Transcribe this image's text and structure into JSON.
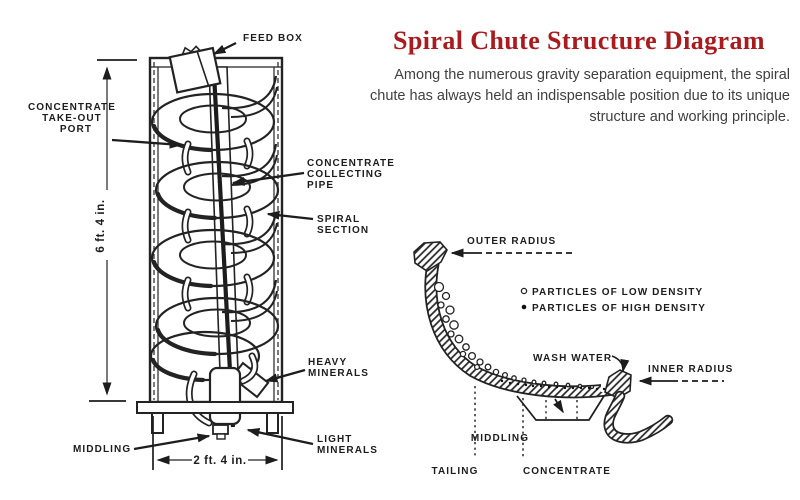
{
  "header": {
    "title": "Spiral Chute Structure Diagram",
    "description": "Among the numerous gravity separation equipment, the spiral chute has always held an indispensable position due to its unique structure and working principle.",
    "accent_color": "#a91b1f",
    "body_text_color": "#3f3f3f"
  },
  "structure_diagram": {
    "ink_color": "#232323",
    "labels": {
      "feed_box": "FEED BOX",
      "takeout_port": [
        "CONCENTRATE",
        "TAKE-OUT",
        "PORT"
      ],
      "collecting_pipe": [
        "CONCENTRATE",
        "COLLECTING",
        "PIPE"
      ],
      "spiral_section": [
        "SPIRAL",
        "SECTION"
      ],
      "heavy_minerals": [
        "HEAVY",
        "MINERALS"
      ],
      "light_minerals": [
        "LIGHT",
        "MINERALS"
      ],
      "middling": "MIDDLING",
      "height": "6 ft. 4 in.",
      "width": "2 ft. 4 in."
    }
  },
  "cross_section_diagram": {
    "labels": {
      "outer_radius": "OUTER RADIUS",
      "inner_radius": "INNER RADIUS",
      "wash_water": "WASH WATER",
      "middling": "MIDDLING",
      "tailing": "TAILING",
      "concentrate": "CONCENTRATE"
    },
    "legend": [
      {
        "marker": "low-density-particle",
        "label": "PARTICLES OF LOW DENSITY"
      },
      {
        "marker": "high-density-particle",
        "label": "PARTICLES OF HIGH DENSITY"
      }
    ]
  }
}
